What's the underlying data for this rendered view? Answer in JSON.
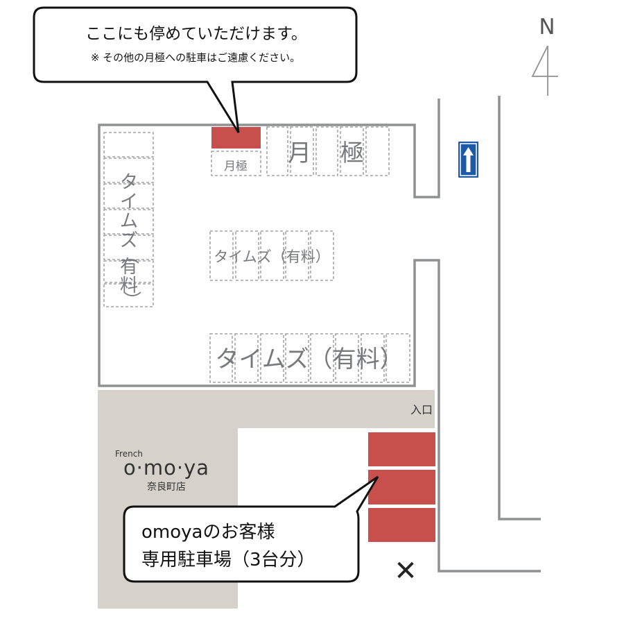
{
  "top_callout": {
    "headline": "ここにも停めていただけます。",
    "note": "※ その他の月極への駐車はご遠慮ください。"
  },
  "compass": {
    "north_label": "N"
  },
  "parking_labels": {
    "monthly_small": "月極",
    "monthly_char1": "月",
    "monthly_char2": "極",
    "times_vertical": [
      "タ",
      "イ",
      "ム",
      "ズ",
      "（",
      "有",
      "料",
      "）"
    ],
    "times_middle": "タイムズ（有料）",
    "times_bottom": "タイムズ（有料）"
  },
  "entrance_label": "入口",
  "restaurant": {
    "genre": "French",
    "name": "o·mo·ya",
    "branch": "奈良町店"
  },
  "bottom_callout": {
    "line1": "omoyaのお客様",
    "line2": "専用駐車場（3台分）"
  },
  "no_entry_mark": "✕",
  "colors": {
    "reserved_red": "#c7504d",
    "road_gray": "#8e9094",
    "building_beige": "#d6d1cb",
    "oneway_blue": "#1d5aa6"
  }
}
